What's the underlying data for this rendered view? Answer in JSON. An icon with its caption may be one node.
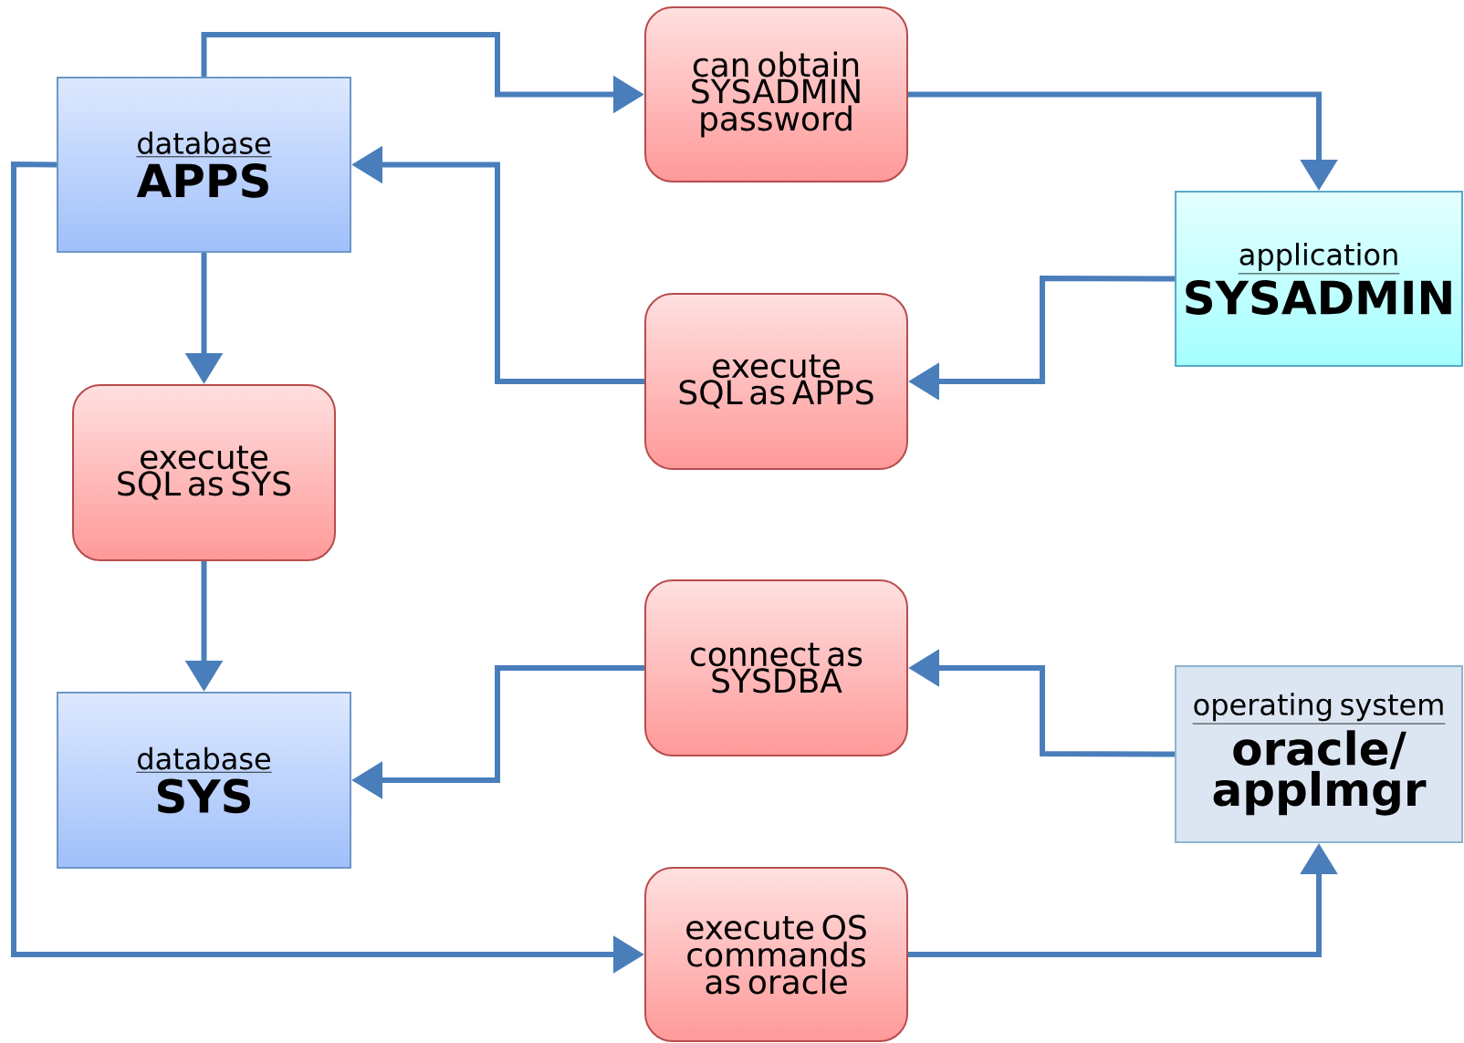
{
  "diagram": {
    "nodes": [
      {
        "text": [
          "database",
          "APPS"
        ]
      },
      {
        "text": [
          "can obtain SYSADMIN password"
        ]
      },
      {
        "text": [
          "application",
          "SYSADMIN"
        ]
      },
      {
        "text": [
          "execute SQL as APPS"
        ]
      },
      {
        "text": [
          "execute SQL as SYS"
        ]
      },
      {
        "text": [
          "connect as SYSDBA"
        ]
      },
      {
        "text": [
          "database",
          "SYS"
        ]
      },
      {
        "text": [
          "operating system",
          "oracle/ applmgr"
        ]
      },
      {
        "text": [
          "execute OS commands as oracle"
        ]
      }
    ],
    "edges": [
      {
        "from": 0,
        "to": 1,
        "arrow": "to"
      },
      {
        "from": 1,
        "to": 2,
        "arrow": "to"
      },
      {
        "from": 2,
        "to": 3,
        "arrow": "to"
      },
      {
        "from": 3,
        "to": 0,
        "arrow": "to"
      },
      {
        "from": 0,
        "to": 4,
        "arrow": "to"
      },
      {
        "from": 4,
        "to": 6,
        "arrow": "to"
      },
      {
        "from": 7,
        "to": 5,
        "arrow": "to"
      },
      {
        "from": 5,
        "to": 6,
        "arrow": "to"
      },
      {
        "from": 0,
        "to": 8,
        "arrow": "to"
      },
      {
        "from": 8,
        "to": 7,
        "arrow": "to"
      }
    ]
  }
}
